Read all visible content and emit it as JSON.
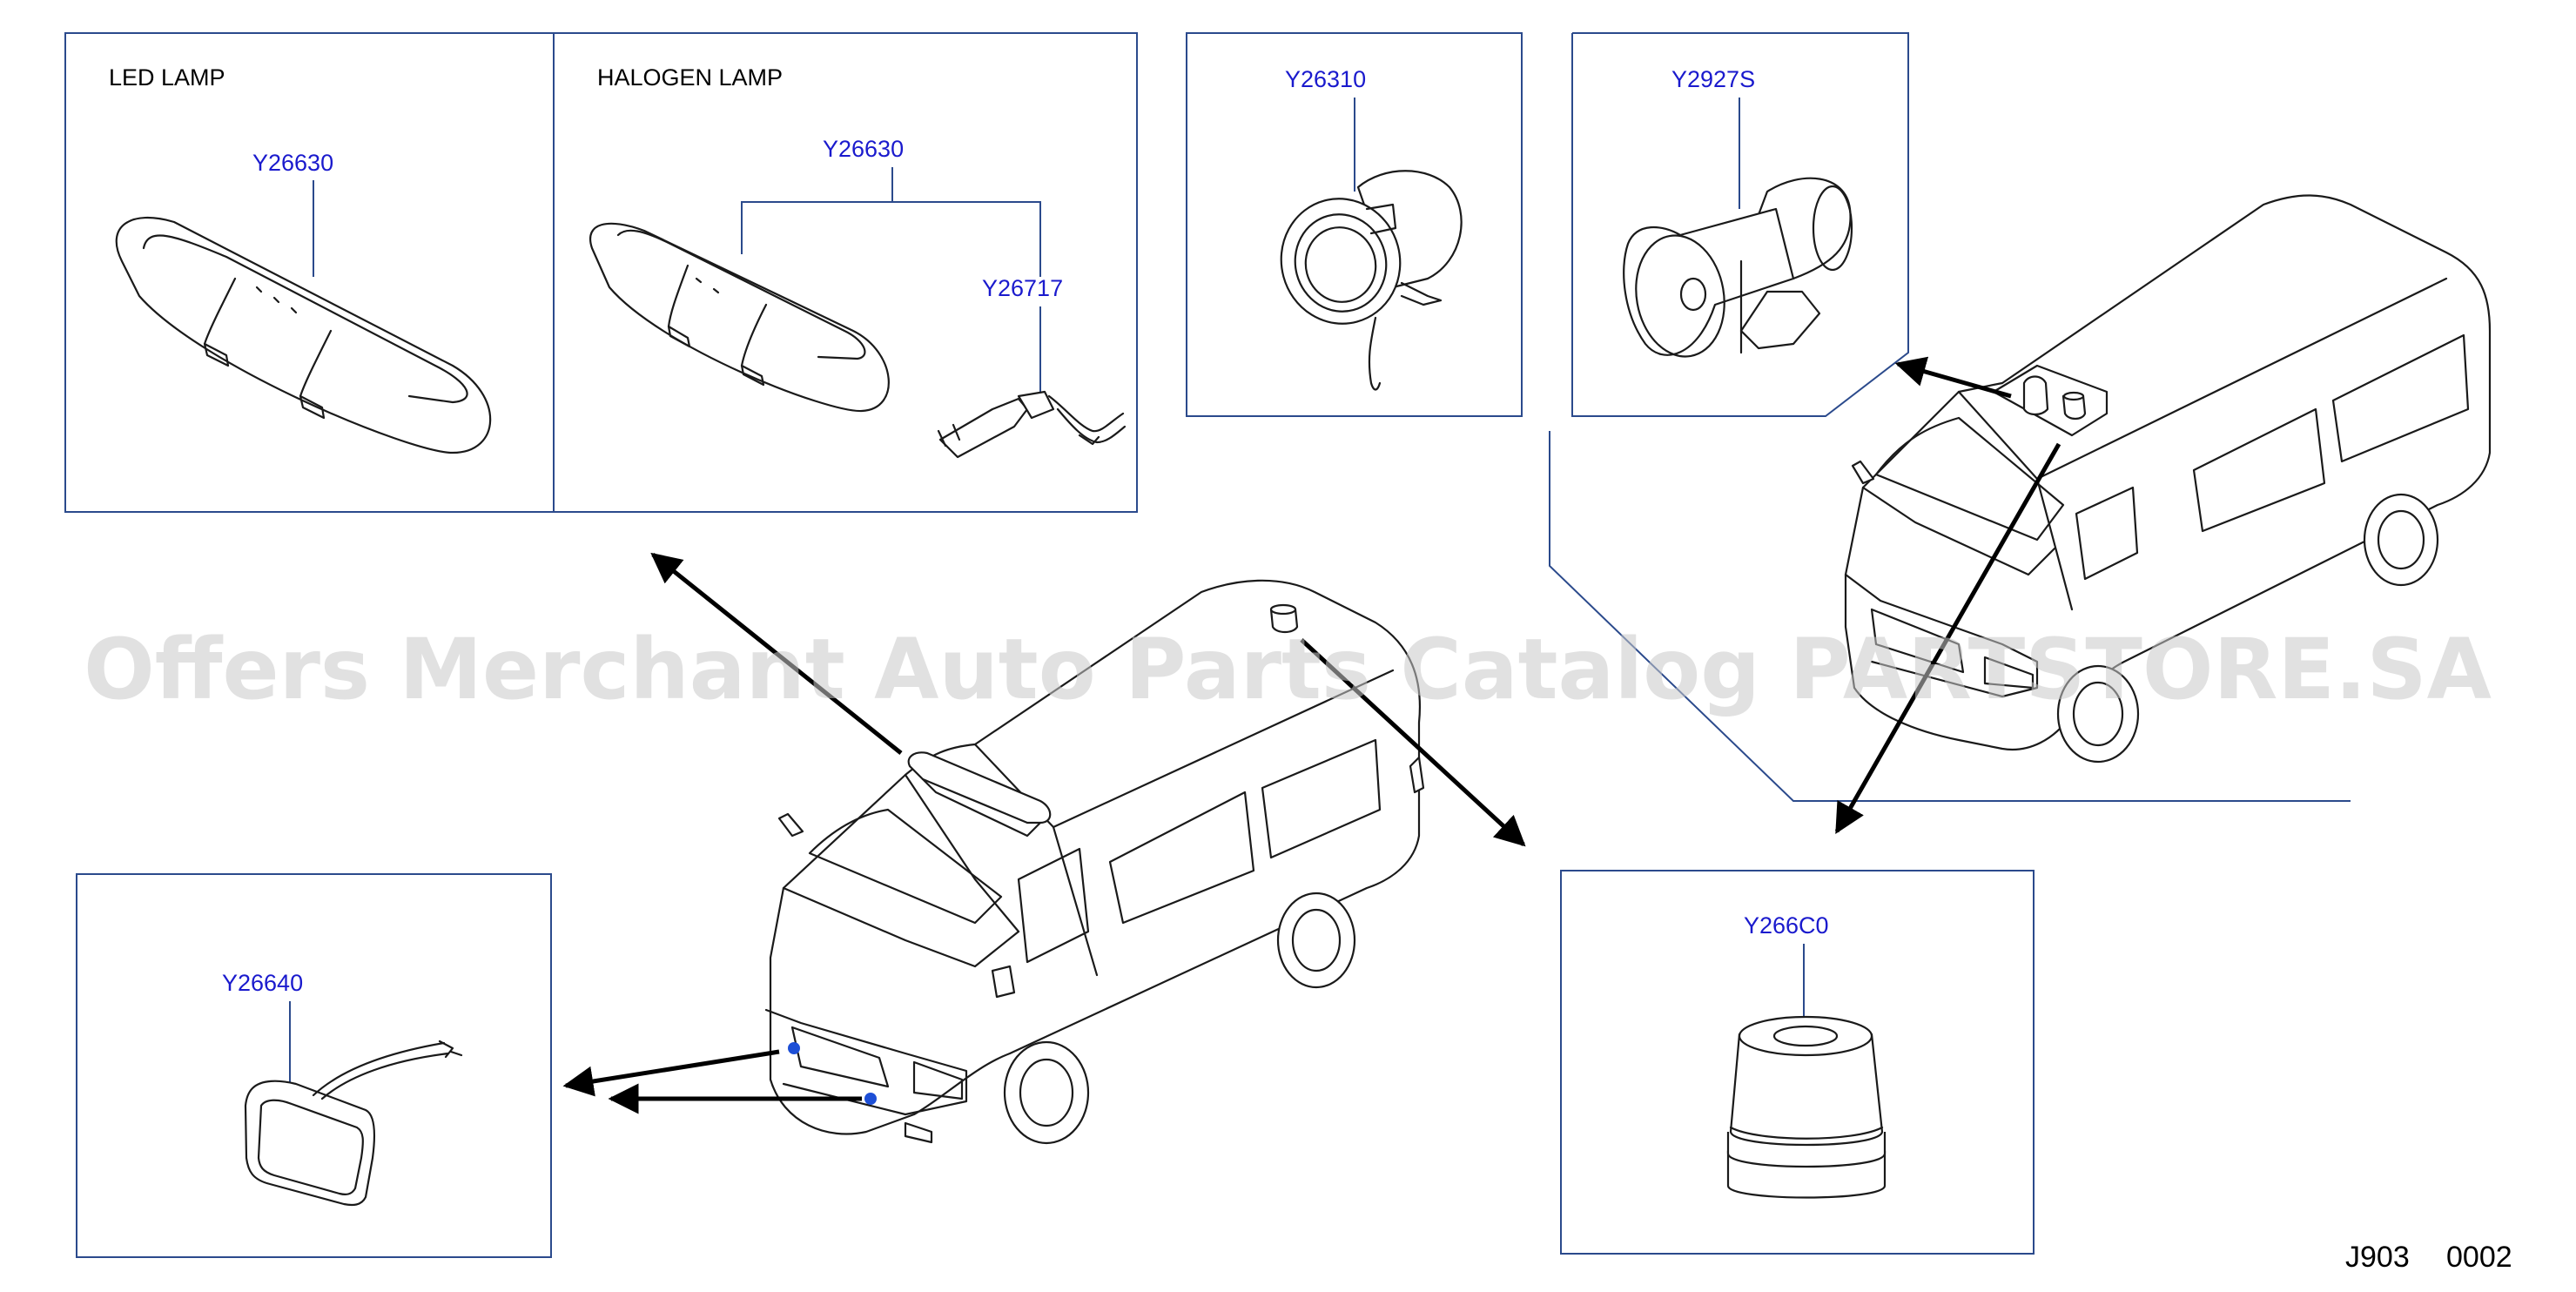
{
  "panels": {
    "led": {
      "title": "LED   LAMP",
      "part": "Y26630"
    },
    "halogen": {
      "title": "HALOGEN   LAMP",
      "part_lamp": "Y26630",
      "part_bulb": "Y26717"
    },
    "siren": {
      "part": "Y26310"
    },
    "speaker": {
      "part": "Y2927S"
    },
    "beacon": {
      "part": "Y266C0"
    },
    "front_light": {
      "part": "Y26640"
    }
  },
  "watermark": "Offers Merchant Auto Parts Catalog PARTSTORE.SA",
  "diagram_code": {
    "prefix": "J903",
    "number": "0002"
  },
  "colors": {
    "box_line": "#2b4a8c",
    "part_number": "#1a1acd",
    "line_art": "#1a1a1a"
  }
}
